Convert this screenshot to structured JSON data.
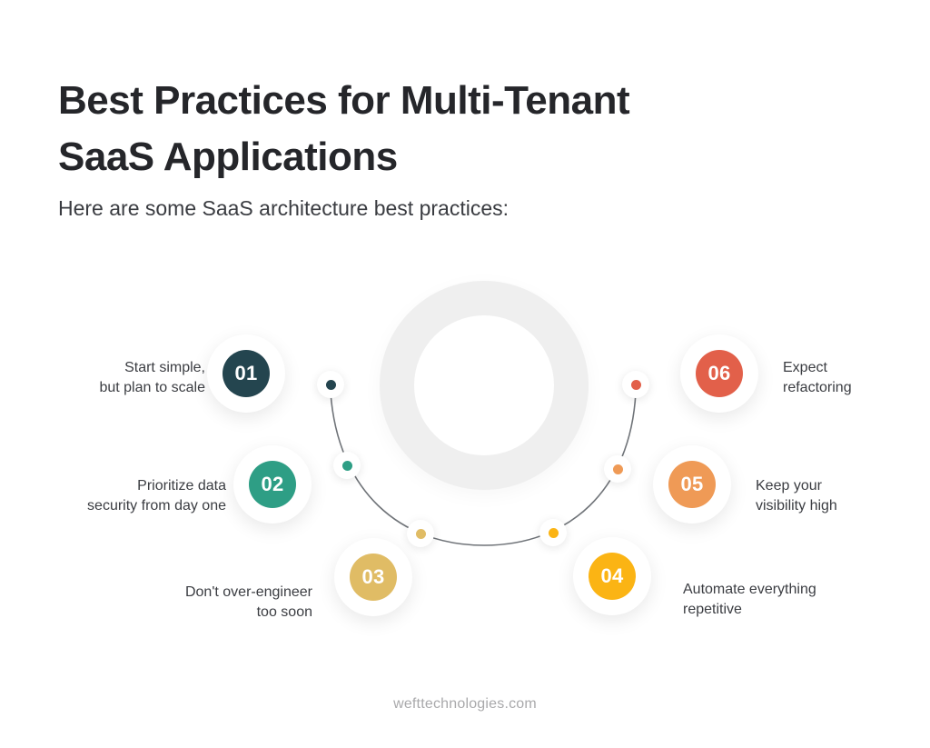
{
  "header": {
    "title": "Best Practices for Multi-Tenant\nSaaS Applications",
    "subtitle": "Here are some SaaS architecture best practices:"
  },
  "footer": {
    "website": "wefttechnologies.com"
  },
  "diagram": {
    "center_ring_color": "#efefef",
    "arc_line_color": "#6f7378",
    "steps": [
      {
        "number": "01",
        "label": "Start simple,\nbut plan to scale",
        "color": "#24454f",
        "side": "left"
      },
      {
        "number": "02",
        "label": "Prioritize data\nsecurity from day one",
        "color": "#2e9e85",
        "side": "left"
      },
      {
        "number": "03",
        "label": "Don't over-engineer\ntoo soon",
        "color": "#e0bc65",
        "side": "left"
      },
      {
        "number": "04",
        "label": "Automate everything\nrepetitive",
        "color": "#fbb414",
        "side": "right"
      },
      {
        "number": "05",
        "label": "Keep your\nvisibility high",
        "color": "#ef9a56",
        "side": "right"
      },
      {
        "number": "06",
        "label": "Expect\nrefactoring",
        "color": "#e2604a",
        "side": "right"
      }
    ]
  }
}
